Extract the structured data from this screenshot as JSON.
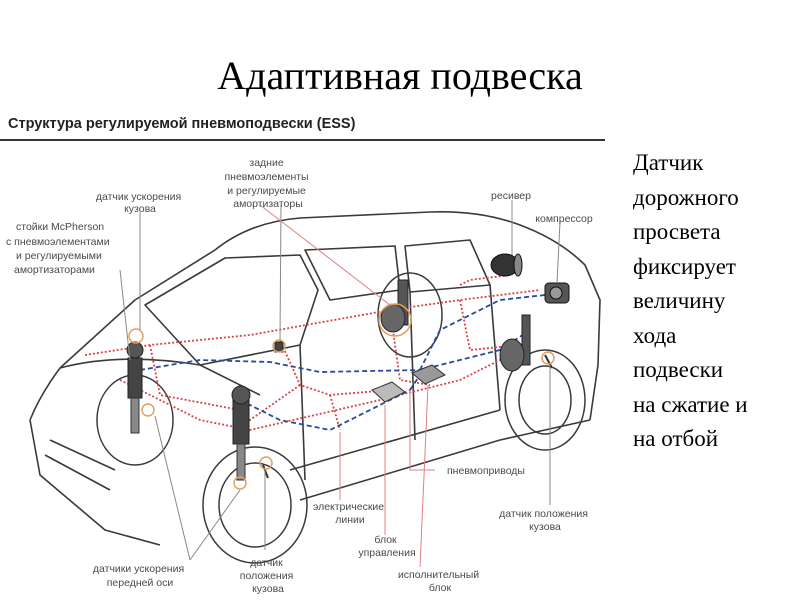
{
  "title": "Адаптивная подвеска",
  "figure": {
    "header": "Структура регулируемой пневмоподвески (ESS)",
    "labels": {
      "body_accel_sensor": [
        "датчик ускорения",
        "кузова"
      ],
      "front_struts": [
        "стойки McPherson",
        "с пневмоэлементами",
        "и регулируемыми",
        "амортизаторами"
      ],
      "rear_air_elements": [
        "задние",
        "пневмоэлементы",
        "и регулируемые",
        "амортизаторы"
      ],
      "receiver": [
        "ресивер"
      ],
      "compressor": [
        "компрессор"
      ],
      "pneumatic_actuators": [
        "пневмоприводы"
      ],
      "electric_lines": [
        "электрические",
        "линии"
      ],
      "control_unit": [
        "блок",
        "управления"
      ],
      "executive_unit": [
        "исполнительный",
        "блок"
      ],
      "height_sensor_rear": [
        "датчик положения",
        "кузова"
      ],
      "front_axle_accel": [
        "датчики ускорения",
        "передней оси"
      ],
      "height_sensor_front": [
        "датчик",
        "положения",
        "кузова"
      ]
    }
  },
  "side_text": [
    "Датчик",
    "дорожного",
    "просвета",
    "фиксирует",
    "величину",
    "хода",
    "подвески",
    "на сжатие и",
    "на отбой"
  ],
  "colors": {
    "electric_line": "#d9444a",
    "pneumatic_line": "#2a4a9a",
    "label_line": "#e08080",
    "leader_line": "#777777"
  }
}
